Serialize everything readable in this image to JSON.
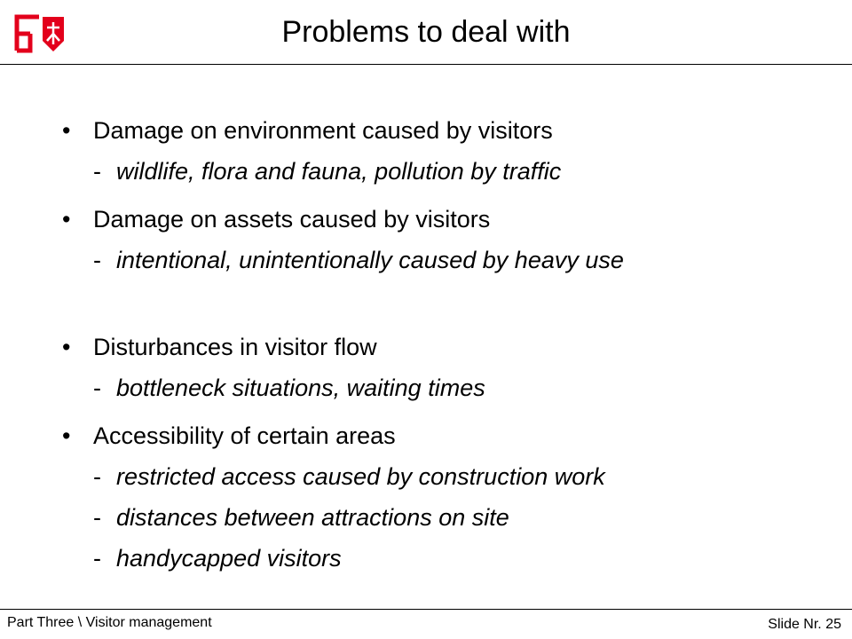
{
  "header": {
    "title": "Problems to deal with",
    "logo": {
      "icon": "fh-logo",
      "color": "#e3001b"
    }
  },
  "bullets": [
    {
      "text": "Damage on environment caused by visitors",
      "subs": [
        "wildlife, flora and fauna, pollution by traffic"
      ]
    },
    {
      "text": "Damage on assets caused by visitors",
      "subs": [
        "intentional, unintentionally caused by heavy use"
      ]
    },
    {
      "text": "Disturbances in visitor flow",
      "subs": [
        "bottleneck situations, waiting times"
      ]
    },
    {
      "text": "Accessibility of certain areas",
      "subs": [
        "restricted access caused by construction work",
        "distances between attractions on site",
        "handycapped visitors"
      ]
    }
  ],
  "bullet_symbol": "•",
  "sub_dash": "-",
  "footer": {
    "left": "Part Three \\ Visitor management",
    "right": "Slide Nr. 25"
  }
}
